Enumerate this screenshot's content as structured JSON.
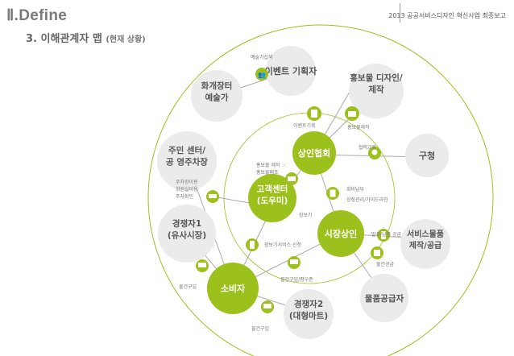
{
  "header": {
    "section": "Ⅱ.Define",
    "subtitle": "3. 이해관계자 맵",
    "subtitle_paren": "(현재 상황)",
    "report_title": "2013 공공서비스디자인 혁신사업 최종보고"
  },
  "colors": {
    "accent": "#9dc11c",
    "outer_node": "#ebebeb",
    "line": "#aaaaaa",
    "text_dark": "#555555"
  },
  "nodes": {
    "event_planner": "이벤트 기획자",
    "promo_designer": "홍보물 디자인/\n제작",
    "arts_market": "화개장터\n예술가",
    "community_center": "주민 센터/\n공 영주차장",
    "gu_office": "구청",
    "competitor1": "경쟁자1\n(유사시장)",
    "service_supplier": "서비스물품\n제작/공급",
    "goods_supplier": "물품공급자",
    "competitor2": "경쟁자2\n(대형마트)",
    "merchant_assoc": "상인협회",
    "customer_center": "고객센터\n(도우미)",
    "market_merchant": "시장상인",
    "consumer": "소비자"
  },
  "labels": {
    "arts_event": "예술가섭외",
    "event_plan": "이벤트기획",
    "promo_make": "홍보물제작",
    "promo_tag": "홍보물 제작 ☞",
    "promo_dist": "홍보물배포",
    "cooperation": "협력교류",
    "fee_pay": "회비납부",
    "store_mgmt": "상점관리/가이드라인",
    "parking_use": "주차장이용",
    "community_use": "회원실이용",
    "parking_info": "주차확인",
    "viewing": "장보기",
    "viewing_service": "장보기서비스 신청",
    "goods_deliver": "물건구입/평우준",
    "order_supply": "발주/납품 공급",
    "goods_supply": "물건공급",
    "goods_buy": "물건구입",
    "goods_buy2": "물건구입"
  }
}
